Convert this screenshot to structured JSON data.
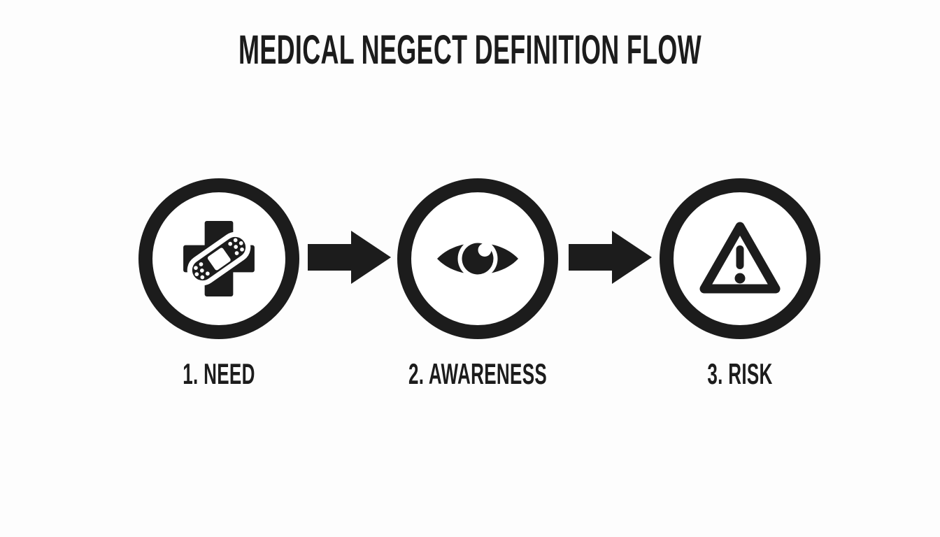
{
  "title": "MEDICAL NEGECT DEFINITION FLOW",
  "colors": {
    "ink": "#1c1c1c",
    "paper": "#fdfdfd",
    "circle-fill": "#ffffff"
  },
  "steps": [
    {
      "label": "1. NEED",
      "icon": "medical-cross-bandage-icon"
    },
    {
      "label": "2. AWARENESS",
      "icon": "eye-icon"
    },
    {
      "label": "3. RISK",
      "icon": "warning-triangle-icon"
    }
  ],
  "connectors": [
    {
      "icon": "arrow-right-icon",
      "direction": "right"
    },
    {
      "icon": "arrow-right-icon",
      "direction": "right"
    }
  ]
}
